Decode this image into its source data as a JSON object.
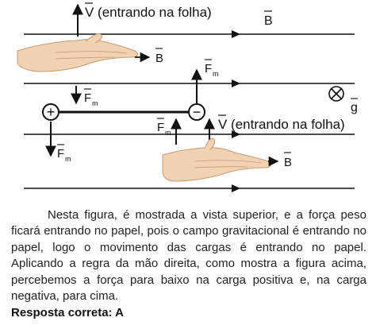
{
  "figure": {
    "field_label": "B",
    "velocity_label_top": "V (entrando na folha)",
    "velocity_label_bottom": "V (entrando na folha)",
    "hand_field_label_top": "B",
    "hand_field_label_bottom": "B",
    "force_symbol": "F",
    "force_subscript": "m",
    "gravity_symbol": "⊗",
    "gravity_label": "g",
    "positive_charge_symbol": "+",
    "negative_charge_symbol": "−"
  },
  "explanation": "Nesta figura, é mostrada a vista superior, e a força peso ficará entrando no papel, pois o campo gravitacional é entrando no papel, logo o movimento das cargas é entrando no papel. Aplicando a regra da mão direita, como mostra a figura acima, percebemos a força para baixo na carga positiva e, na carga negativa, para cima.",
  "answer": "Resposta correta: A",
  "colors": {
    "ink": "#111111",
    "skin": "#f1d2b2",
    "skin_shadow": "#c89a72"
  }
}
